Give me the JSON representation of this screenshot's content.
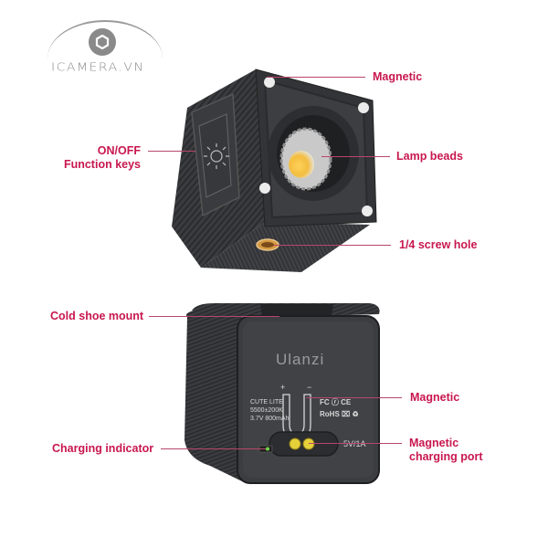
{
  "logo": {
    "text": "ICAMERA.VN",
    "icon": "camera-aperture-icon"
  },
  "colors": {
    "label": "#c8174f",
    "leader_line": "#b8476a",
    "device_body": "#3a3b3e",
    "lamp": "#f6c54a",
    "led": "#6fd44a",
    "pins": "#e6d03a"
  },
  "top_view": {
    "labels": {
      "magnetic": "Magnetic",
      "onoff_line1": "ON/OFF",
      "onoff_line2": "Function keys",
      "lamp_beads": "Lamp beads",
      "screw_hole": "1/4 screw hole"
    }
  },
  "back_view": {
    "labels": {
      "cold_shoe": "Cold shoe mount",
      "magnetic": "Magnetic",
      "charging_indicator": "Charging indicator",
      "charging_port_line1": "Magnetic",
      "charging_port_line2": "charging port"
    },
    "printed": {
      "brand": "Ulanzi",
      "model": "CUTE LITE",
      "color_temp": "5500±200K",
      "battery": "3.7V 800mAh",
      "cert_1": "FC ⓡ CE",
      "cert_2": "RoHS ⌧ ♻",
      "power": "5V/1A",
      "plus": "+",
      "minus": "−"
    }
  }
}
